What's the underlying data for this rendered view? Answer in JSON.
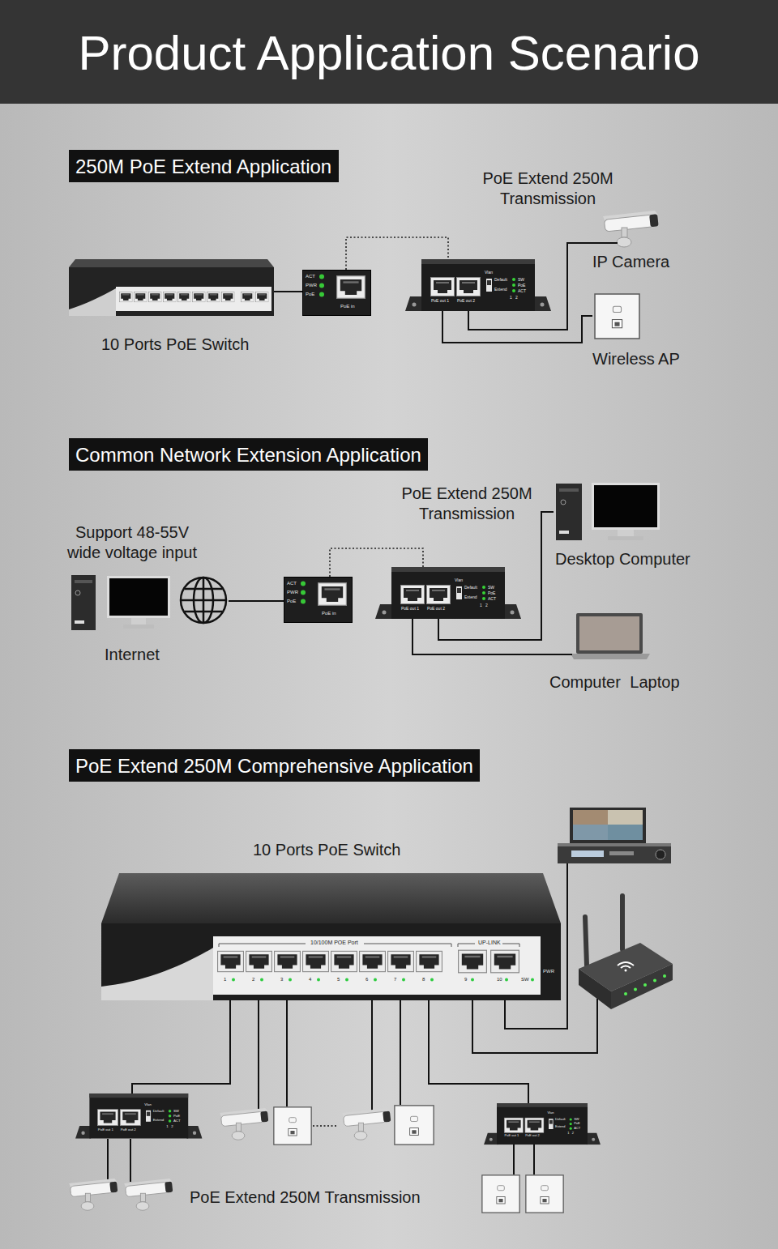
{
  "diagram": {
    "title": "Product Application Scenario",
    "nodes": [
      {
        "text": [
          "250M PoE Extend Application"
        ]
      },
      {
        "text": [
          "10 Ports PoE Switch"
        ]
      },
      {
        "text": [
          "ACT",
          "PWR",
          "PoE",
          "PoE in"
        ]
      },
      {
        "text": [
          "PoE out 1",
          "PoE out 2",
          "Vlan",
          "Default",
          "Extend",
          "SW",
          "PoE",
          "ACT",
          "1",
          "2"
        ]
      },
      {
        "text": [
          "IP Camera"
        ]
      },
      {
        "text": [
          "Wireless AP"
        ]
      },
      {
        "text": [
          "Common Network Extension Application"
        ]
      },
      {
        "text": [
          "Internet"
        ]
      },
      {
        "text": [
          "ACT",
          "PWR",
          "PoE",
          "PoE in"
        ]
      },
      {
        "text": [
          "PoE out 1",
          "PoE out 2",
          "Vlan",
          "Default",
          "Extend",
          "SW",
          "PoE",
          "ACT",
          "1",
          "2"
        ]
      },
      {
        "text": [
          "Desktop Computer"
        ]
      },
      {
        "text": [
          "Computer Laptop"
        ]
      },
      {
        "text": [
          "PoE Extend 250M Comprehensive Application"
        ]
      },
      {
        "text": [
          "10 Ports PoE Switch",
          "10/100M POE Port",
          "UP-LINK",
          "1",
          "2",
          "3",
          "4",
          "5",
          "6",
          "7",
          "8",
          "9",
          "10",
          "SW",
          "PWR"
        ]
      },
      {
        "text": [
          "PoE out 1",
          "PoE out 2",
          "Vlan",
          "Default",
          "Extend",
          "SW",
          "PoE",
          "ACT",
          "1",
          "2"
        ]
      },
      {
        "text": [
          "PoE out 1",
          "PoE out 2",
          "Vlan",
          "Default",
          "Extend",
          "SW",
          "PoE",
          "ACT",
          "1",
          "2"
        ]
      }
    ],
    "edges": [
      {
        "from": 1,
        "to": 2,
        "arrow": "none"
      },
      {
        "from": 2,
        "to": 3,
        "arrow": "none"
      },
      {
        "from": 3,
        "to": 4,
        "arrow": "none"
      },
      {
        "from": 3,
        "to": 5,
        "arrow": "none"
      },
      {
        "from": 7,
        "to": 8,
        "arrow": "none"
      },
      {
        "from": 8,
        "to": 9,
        "arrow": "none"
      },
      {
        "from": 9,
        "to": 10,
        "arrow": "none"
      },
      {
        "from": 9,
        "to": 11,
        "arrow": "none"
      },
      {
        "from": 13,
        "to": 14,
        "arrow": "none"
      },
      {
        "from": 13,
        "to": 15,
        "arrow": "none"
      }
    ],
    "labels": [
      "PoE Extend 250M Transmission",
      "PoE Extend 250M Transmission",
      "Support 48-55V wide voltage input",
      "PoE Extend 250M Transmission"
    ]
  }
}
